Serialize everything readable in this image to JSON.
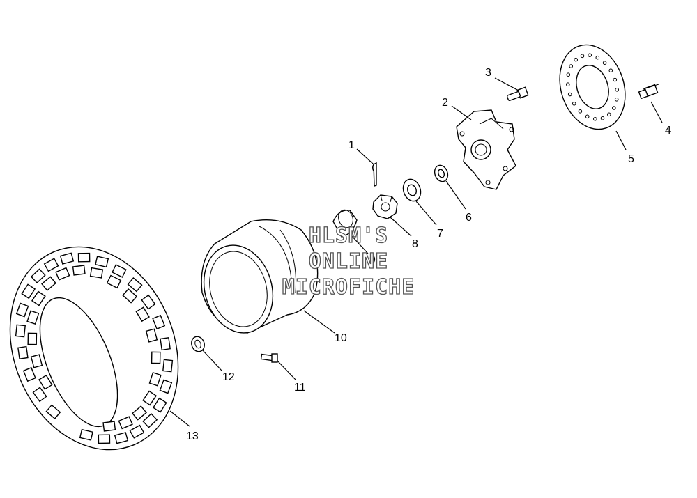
{
  "callouts": [
    {
      "id": "1",
      "label": "1"
    },
    {
      "id": "2",
      "label": "2"
    },
    {
      "id": "3",
      "label": "3"
    },
    {
      "id": "4",
      "label": "4"
    },
    {
      "id": "5",
      "label": "5"
    },
    {
      "id": "6",
      "label": "6"
    },
    {
      "id": "7",
      "label": "7"
    },
    {
      "id": "8",
      "label": "8"
    },
    {
      "id": "9",
      "label": "9"
    },
    {
      "id": "10",
      "label": "10"
    },
    {
      "id": "11",
      "label": "11"
    },
    {
      "id": "12",
      "label": "12"
    },
    {
      "id": "13",
      "label": "13"
    }
  ],
  "watermark": {
    "line1": "HLSM'S",
    "line2": "ONLINE",
    "line3": "MICROFICHE"
  }
}
